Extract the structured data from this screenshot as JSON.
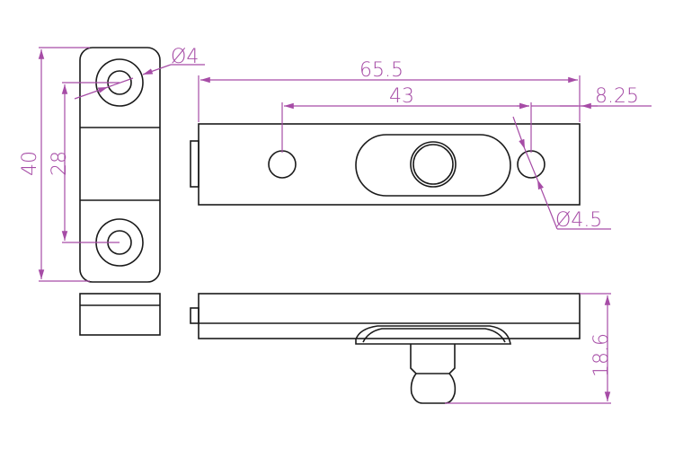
{
  "colors": {
    "outline": "#1a1a1a",
    "dimension": "#a64ca6"
  },
  "dimensions": {
    "height_total": "40",
    "hole_spacing_vertical": "28",
    "hole_diameter_small": "Ø4",
    "length_total": "65.5",
    "hole_spacing_horizontal": "43",
    "edge_offset": "8.25",
    "hole_diameter_large": "Ø4.5",
    "height_side": "18.6"
  }
}
